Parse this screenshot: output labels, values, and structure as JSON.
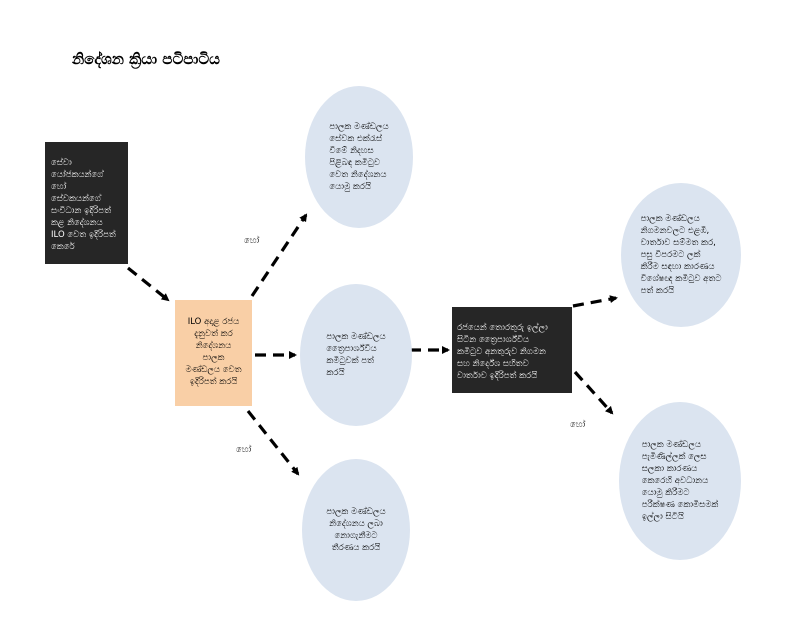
{
  "title": "නිදේශන ක්‍රියා පටිපාටිය",
  "nodes": {
    "source": "සේවා\nයෝජකයන්ගේ\nහෝ\nසේවකයන්ගේ\nසංවිධාන ඉදිරිපත්\nකළ නිදේශනය\nILO වෙත ඉදිරිපත්\nකෙරේ",
    "ilo": "ILO අදාළ රජය\nදැනුවත් කර\nනිදේශනය\nපාලක\nමණ්ඩලය වෙත\nඉදිරිපත් කරයි",
    "gb_refer": "පාලක මණ්ඩලය\nසේවක එක්රැස්\nවීමේ නිදහස\nපිළිබඳ කමිටුව\nවෙත නිදේශනය\nයොමු කරයි",
    "gb_tripartite": "පාලක මණ්ඩලය\nත්‍රෛපාර්ශ්වීය\nකමිටුවක් පත්\nකරයි",
    "gb_decline": "පාලක මණ්ඩලය\nනිදේශනය ලබා\nනොගැනීමට\nතීරණය කරයි",
    "committee": "රජයෙන් තොරතුරු ඉල්ලා\nසිටින ත්‍රෛපාර්ශ්වීය\nකමිටුව අනතුරුව නිගමන\nසහ නිර්දේශ සහිතව\nවාර්තාව ඉදිරිපත් කරයි",
    "gb_publish": "පාලක මණ්ඩලය\nනිගමනවලට එළඹී,\nවාර්තාව සම්මත කර,\nපසු විපරමට ලක්\nකිරීම සඳහා කාරණය\nවිශේෂඥ කමිටුව අතට\nපත් කරයි",
    "gb_inquiry": "පාලක මණ්ඩලය\nපැමිණිල්ලක් ලෙස\nසලකා කාරණය\nකෙරෙහි අවධානය\nයොමු කිරීමට\nපරීක්ෂණ කොමිසමක්\nඉල්ලා සිටියි"
  },
  "or_labels": {
    "upper": "හෝ",
    "lower": "හෝ",
    "right": "හෝ"
  },
  "colors": {
    "dark_box": "#262626",
    "peach_box": "#f9cfa6",
    "ellipse_fill": "#dbe4f0",
    "arrow": "#000000"
  }
}
